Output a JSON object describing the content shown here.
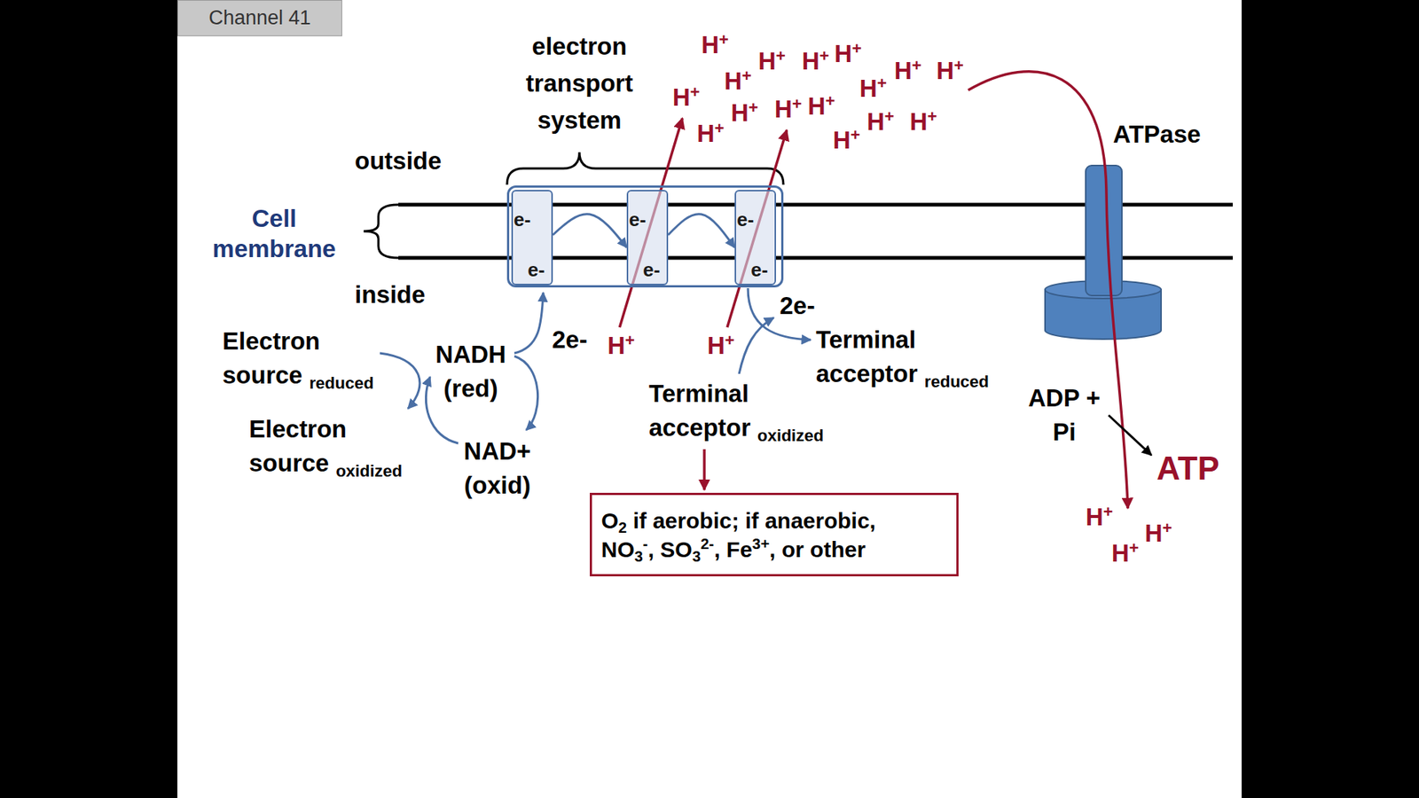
{
  "diagram": {
    "nodes": [
      {
        "text": [
          "Channel 41"
        ]
      },
      {
        "text": [
          "electron transport system"
        ]
      },
      {
        "text": [
          "e-",
          "e-"
        ],
        "in": 1
      },
      {
        "text": [
          "e-",
          "e-"
        ],
        "in": 1
      },
      {
        "text": [
          "e-",
          "e-"
        ],
        "in": 1
      },
      {
        "text": [
          "O2 if aerobic; if anaerobic, NO3-, SO32-, Fe3+, or other"
        ]
      }
    ],
    "edges": [
      {
        "from": 2,
        "to": 3,
        "arrow": "to"
      },
      {
        "from": 3,
        "to": 4,
        "arrow": "to"
      }
    ],
    "labels": [
      "outside",
      "Cell membrane",
      "inside",
      "H+",
      "H+",
      "H+",
      "H+",
      "H+",
      "H+",
      "H+",
      "H+",
      "H+",
      "H+",
      "H+",
      "H+",
      "H+",
      "H+",
      "H+",
      "H+",
      "ATPase",
      "Electron source reduced",
      "NADH (red)",
      "2e-",
      "Electron source oxidized",
      "NAD+ (oxid)",
      "H+",
      "H+",
      "2e-",
      "Terminal acceptor reduced",
      "Terminal acceptor oxidized",
      "ADP + Pi",
      "ATP",
      "H+",
      "H+",
      "H+"
    ]
  }
}
